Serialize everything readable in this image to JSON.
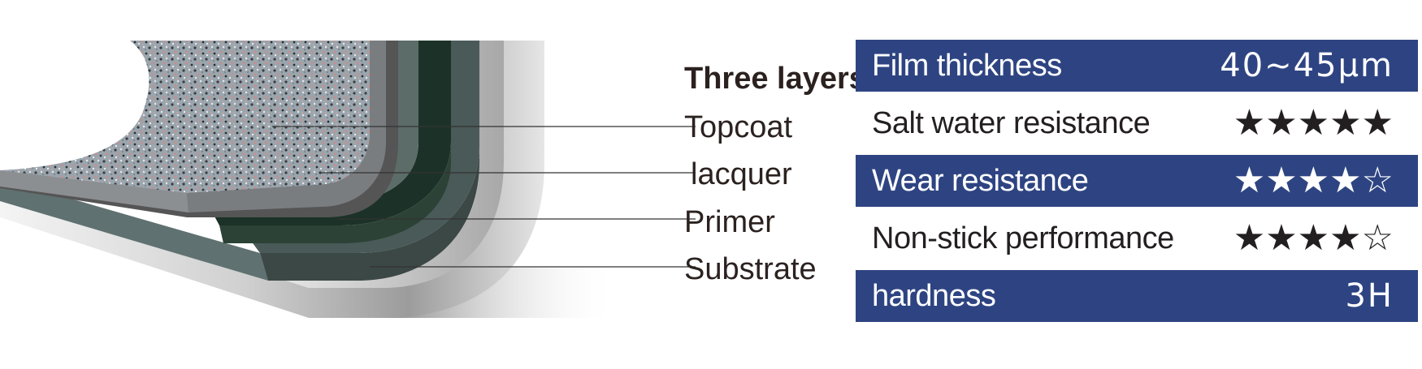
{
  "diagram": {
    "heading": "Three layers",
    "layers": [
      "Topcoat",
      "lacquer",
      "Primer",
      "Substrate"
    ]
  },
  "specs": [
    {
      "label": "Film thickness",
      "value": "40~45μm",
      "highlighted": true
    },
    {
      "label": "Salt water resistance",
      "value": "★★★★★",
      "rating": 5,
      "highlighted": false
    },
    {
      "label": "Wear resistance",
      "value": "★★★★☆",
      "rating": 4,
      "highlighted": true
    },
    {
      "label": "Non-stick performance",
      "value": "★★★★☆",
      "rating": 4,
      "highlighted": false
    },
    {
      "label": "hardness",
      "value": "3H",
      "highlighted": true
    }
  ],
  "colors": {
    "band": "#2e4482",
    "text_dark": "#231f20",
    "text_light": "#ffffff"
  }
}
